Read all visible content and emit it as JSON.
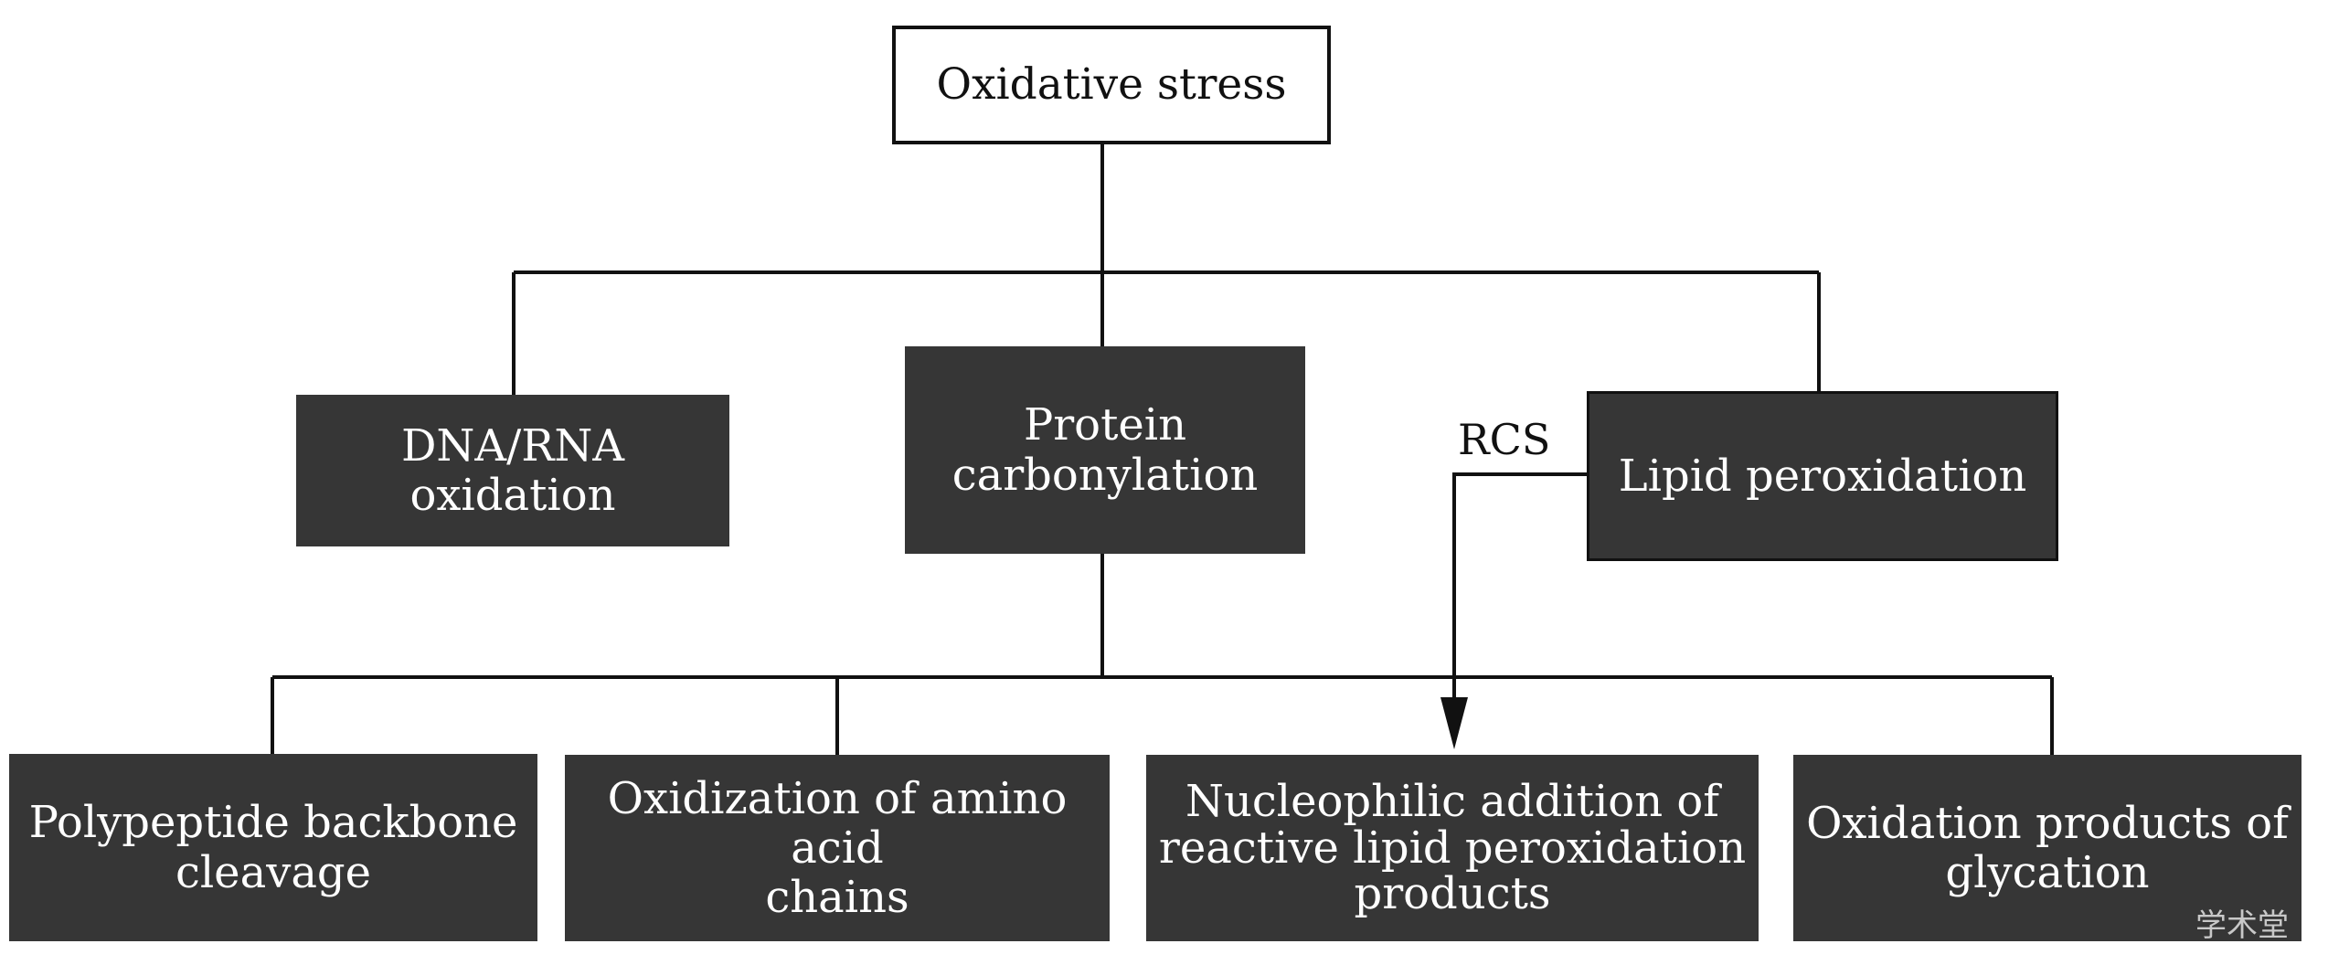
{
  "nodes": {
    "oxidative_stress": "Oxidative stress",
    "dna_rna": "DNA/RNA\noxidation",
    "protein_carbonylation": "Protein\ncarbonylation",
    "lipid_peroxidation": "Lipid peroxidation",
    "polypeptide": "Polypeptide backbone\ncleavage",
    "amino_acid": "Oxidization of amino acid\nchains",
    "nucleophilic": "Nucleophilic addition of\nreactive lipid peroxidation\nproducts",
    "glycation": "Oxidation products of\nglycation"
  },
  "edge_labels": {
    "rcs": "RCS"
  },
  "watermark": {
    "text": "学术堂"
  },
  "colors": {
    "dark_box": "#363636",
    "line": "#111111",
    "light_box": "#ffffff"
  }
}
